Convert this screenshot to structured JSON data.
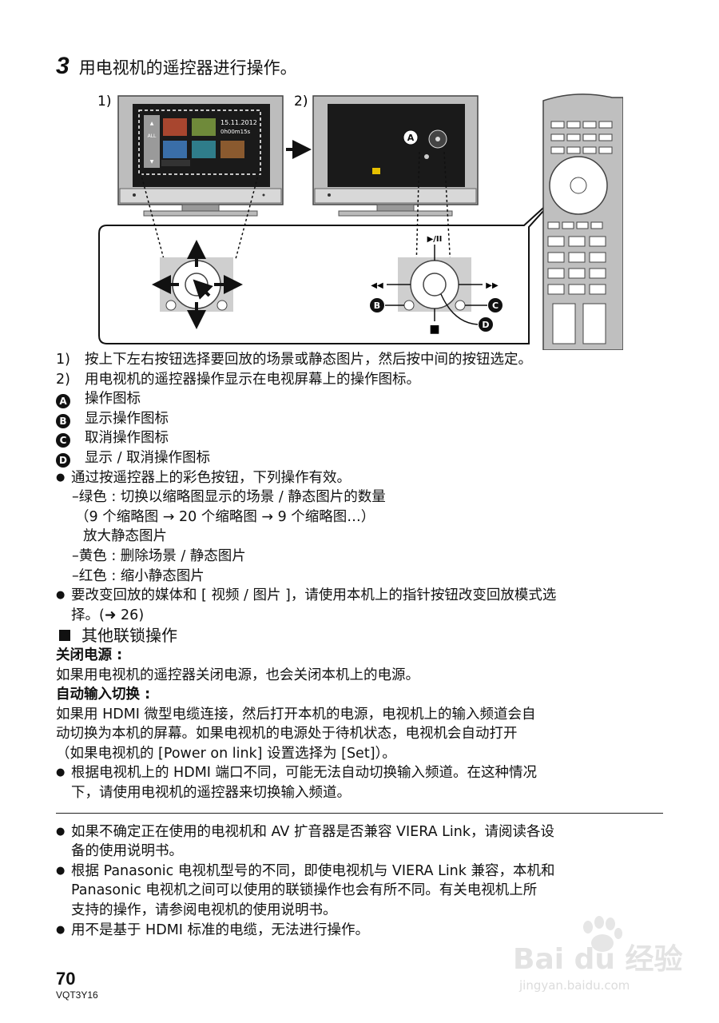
{
  "step": {
    "number": "3",
    "title": "用电视机的遥控器进行操作。"
  },
  "figure": {
    "panel_1_label": "1)",
    "panel_2_label": "2)",
    "tv1_date": "15.11.2012",
    "tv1_time": "0h00m15s",
    "tv1_side_label": "ALL",
    "marker_a": "A",
    "marker_b": "B",
    "marker_c": "C",
    "marker_d": "D",
    "play_pause_symbol": "▶/II",
    "rewind_symbol": "◀◀",
    "forward_symbol": "▶▶",
    "stop_symbol": "■"
  },
  "body": {
    "items_numbered": [
      {
        "num": "1)",
        "text": "按上下左右按钮选择要回放的场景或静态图片，然后按中间的按钮选定。"
      },
      {
        "num": "2)",
        "text": "用电视机的遥控器操作显示在电视屏幕上的操作图标。"
      }
    ],
    "marked": [
      {
        "mark": "A",
        "text": "操作图标"
      },
      {
        "mark": "B",
        "text": "显示操作图标"
      },
      {
        "mark": "C",
        "text": "取消操作图标"
      },
      {
        "mark": "D",
        "text": "显示 / 取消操作图标"
      }
    ],
    "bullet1": "通过按遥控器上的彩色按钮，下列操作有效。",
    "green": "–绿色 : 切换以缩略图显示的场景 / 静态图片的数量",
    "green_detail": "（9 个缩略图 → 20 个缩略图 → 9 个缩略图…）",
    "green_detail2": "放大静态图片",
    "yellow": "–黄色 : 删除场景 / 静态图片",
    "red": "–红色 : 缩小静态图片",
    "bullet2_line1": "要改变回放的媒体和 [ 视频 / 图片 ]，请使用本机上的指针按钮改变回放模式选",
    "bullet2_line2": "择。(➜ 26)",
    "section_title": "其他联锁操作",
    "power_heading": "关闭电源 :",
    "power_text": "如果用电视机的遥控器关闭电源，也会关闭本机上的电源。",
    "auto_heading": "自动输入切换 :",
    "auto_text_1": "如果用 HDMI 微型电缆连接，然后打开本机的电源，电视机上的输入频道会自",
    "auto_text_2": "动切换为本机的屏幕。如果电视机的电源处于待机状态，电视机会自动打开",
    "auto_text_3": "（如果电视机的 [Power on link] 设置选择为 [Set]）。",
    "bullet3_line1": "根据电视机上的 HDMI 端口不同，可能无法自动切换输入频道。在这种情况",
    "bullet3_line2": "下，请使用电视机的遥控器来切换输入频道。",
    "note1_line1": "如果不确定正在使用的电视机和 AV 扩音器是否兼容 VIERA Link，请阅读各设",
    "note1_line2": "备的使用说明书。",
    "note2_line1": "根据 Panasonic 电视机型号的不同，即使电视机与 VIERA Link 兼容，本机和",
    "note2_line2": "Panasonic 电视机之间可以使用的联锁操作也会有所不同。有关电视机上所",
    "note2_line3": "支持的操作，请参阅电视机的使用说明书。",
    "note3": "用不是基于 HDMI 标准的电缆，无法进行操作。"
  },
  "footer": {
    "page_number": "70",
    "code": "VQT3Y16"
  },
  "watermark": {
    "brand": "Bai du 经验",
    "url": "jingyan.baidu.com"
  }
}
